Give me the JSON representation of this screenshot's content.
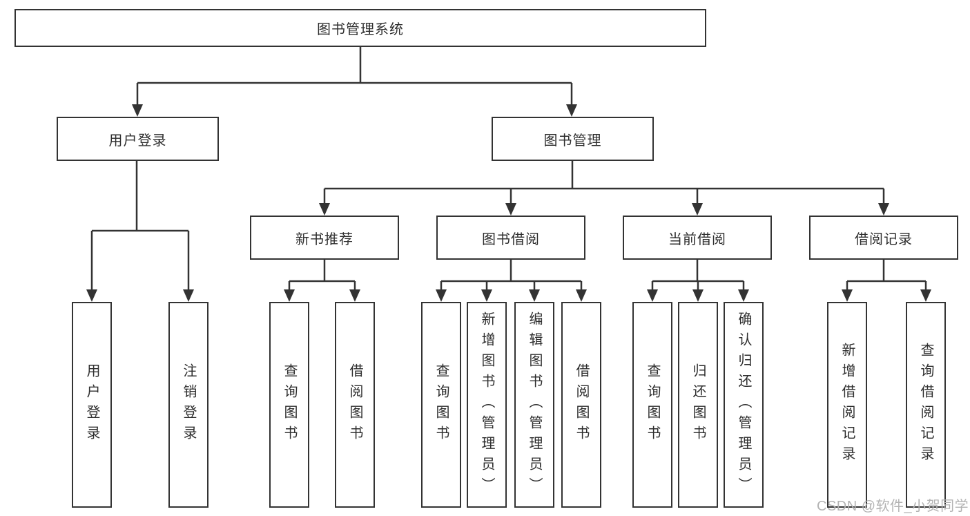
{
  "nodes": {
    "root": "图书管理系统",
    "user_login": "用户登录",
    "book_mgmt": "图书管理",
    "new_book_rec": "新书推荐",
    "book_borrow": "图书借阅",
    "current_borrow": "当前借阅",
    "borrow_record": "借阅记录",
    "leaf_user_login": "用户登录",
    "leaf_logout": "注销登录",
    "leaf_rec_query_book": "查询图书",
    "leaf_rec_borrow_book": "借阅图书",
    "leaf_bb_query_book": "查询图书",
    "leaf_bb_add_book": "新增图书（管理员）",
    "leaf_bb_edit_book": "编辑图书（管理员）",
    "leaf_bb_borrow_book": "借阅图书",
    "leaf_cb_query_book": "查询图书",
    "leaf_cb_return_book": "归还图书",
    "leaf_cb_confirm_return": "确认归还（管理员）",
    "leaf_br_add_record": "新增借阅记录",
    "leaf_br_query_record": "查询借阅记录"
  },
  "watermark": "CSDN @软件_小贺同学",
  "colors": {
    "line": "#333333",
    "box_border": "#333333",
    "box_fill": "#ffffff",
    "text": "#2e2e2e",
    "watermark": "#b3b3b3",
    "background": "#ffffff"
  }
}
